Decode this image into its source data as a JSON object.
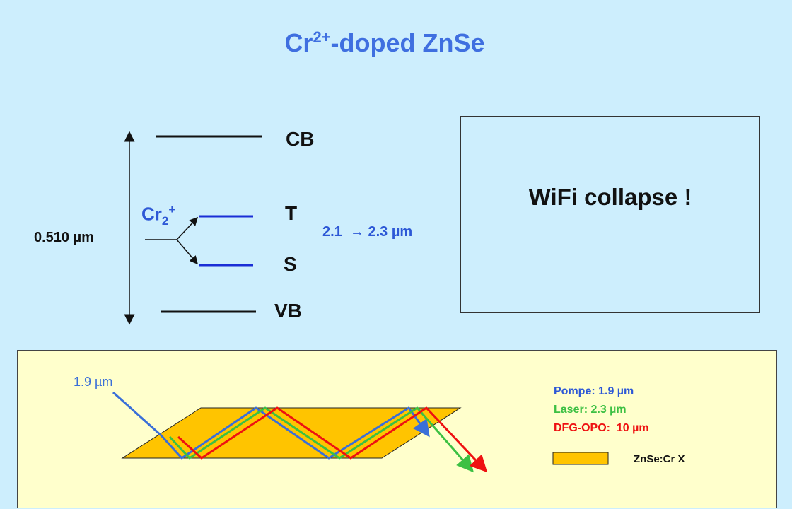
{
  "title": {
    "main": "Cr",
    "sup": "2+",
    "rest": "-doped ZnSe"
  },
  "energy_diagram": {
    "levels": {
      "cb": "CB",
      "t": "T",
      "s": "S",
      "vb": "VB"
    },
    "ion": {
      "base": "Cr",
      "sub": "2",
      "sup": "+"
    },
    "gap_label": "0.510 µm",
    "transition_label_from": "2.1",
    "transition_arrow": "→",
    "transition_label_to": "2.3 µm"
  },
  "wifi_box": {
    "text": "WiFi collapse !"
  },
  "crystal_panel": {
    "pump_label": "1.9 µm",
    "legend": {
      "pump": "Pompe: 1.9 µm",
      "laser": "Laser: 2.3 µm",
      "dfg_prefix": "DFG-OPO:",
      "dfg_value": "10 µm",
      "material": "ZnSe:Cr X"
    },
    "colors": {
      "pump": "#3a6fd8",
      "laser": "#3cc043",
      "dfg": "#ee1111",
      "crystal": "#ffc400"
    }
  }
}
